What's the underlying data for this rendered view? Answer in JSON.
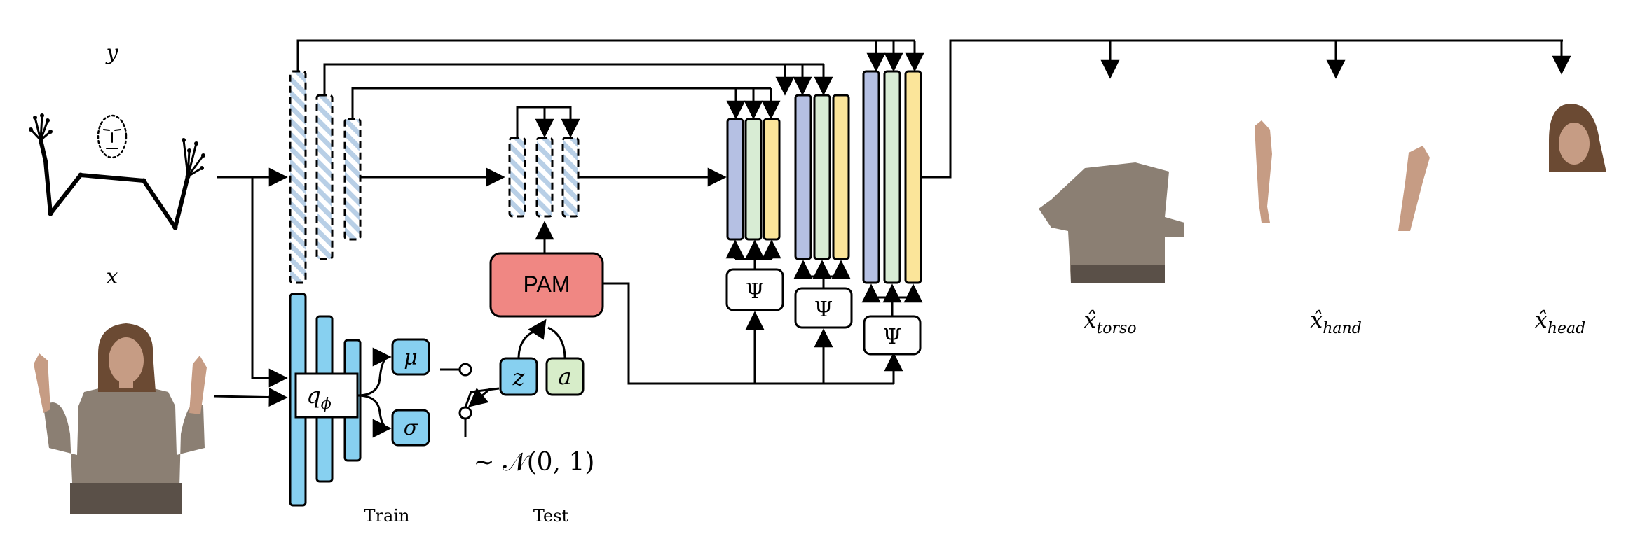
{
  "labels": {
    "y": "y",
    "x": "x",
    "q_main": "q",
    "q_sub": "ϕ",
    "mu": "μ",
    "sigma": "σ",
    "z": "z",
    "a": "a",
    "pam": "PAM",
    "psi": "Ψ",
    "noise": "∼ 𝒩(0, 1)",
    "train": "Train",
    "test": "Test",
    "out_torso_base": "x̂",
    "out_torso_sub": "torso",
    "out_hand_base": "x̂",
    "out_hand_sub": "hand",
    "out_head_base": "x̂",
    "out_head_sub": "head"
  },
  "colors": {
    "encoder_blue": "#87d0f0",
    "hatch_blue": "#b8cfe6",
    "bar_lavender": "#b5c0e3",
    "bar_mint": "#d8ecd4",
    "bar_yellow": "#fbe59a",
    "pam_red": "#f08783",
    "a_green": "#d7edc9",
    "clothing": "#8b7f73",
    "skin": "#c69c84",
    "hair": "#6b4a33"
  }
}
